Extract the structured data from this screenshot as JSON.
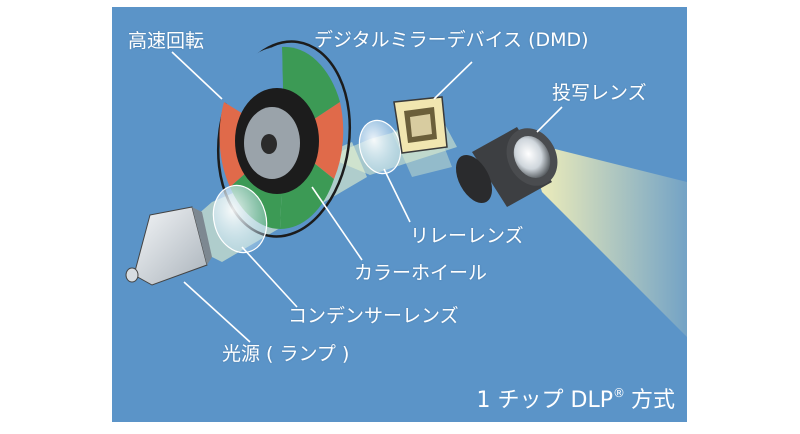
{
  "labels": {
    "wheel": "高速回転",
    "dmd": "デジタルミラーデバイス (DMD)",
    "projection_lens": "投写レンズ",
    "relay_lens": "リレーレンズ",
    "color_wheel": "カラーホイール",
    "condenser_lens": "コンデンサーレンズ",
    "lamp": "光源 ( ランプ )"
  },
  "caption": {
    "main": "1 チップ DLP",
    "reg": "®",
    "suffix": "方式"
  },
  "colors": {
    "background": "#5b94c8",
    "wheel_red": "#e06a4a",
    "wheel_green": "#3c9a55",
    "wheel_frame": "#1c1c1c",
    "light_beam": "#fff6b0"
  }
}
